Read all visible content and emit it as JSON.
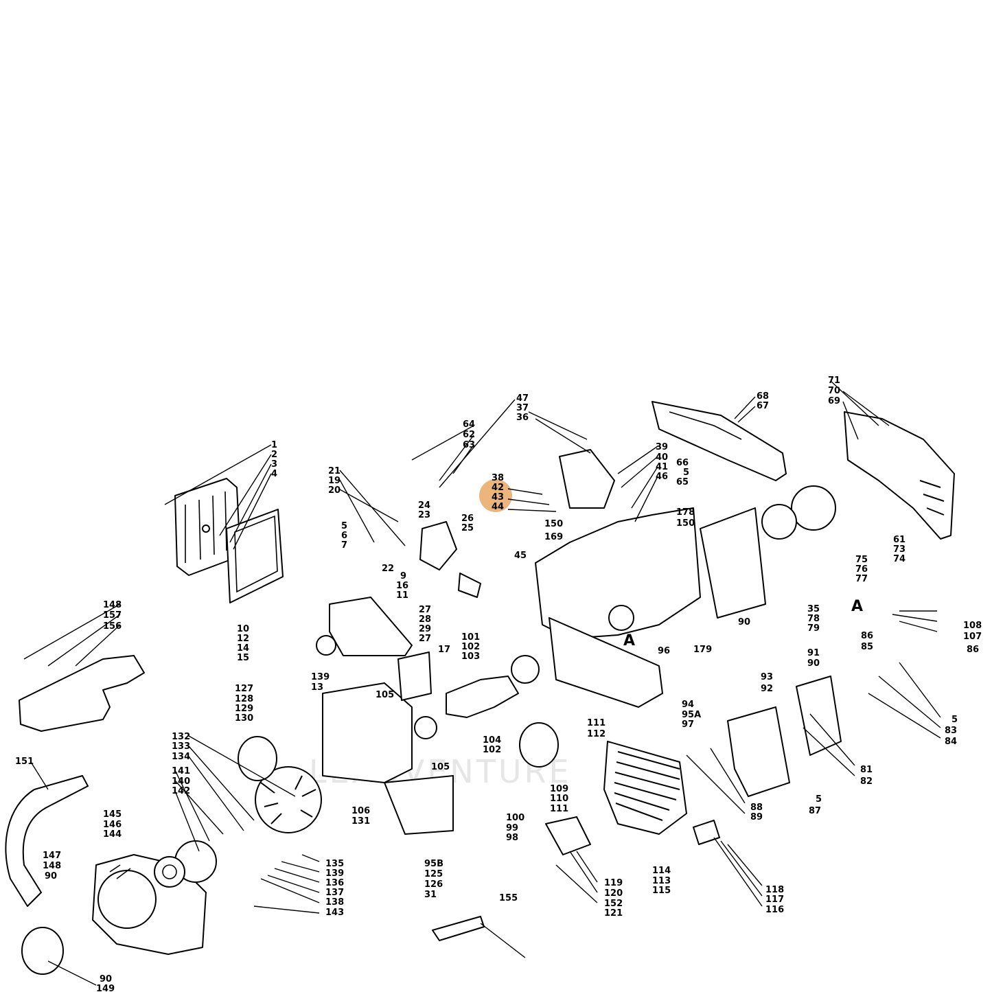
{
  "diagram": {
    "watermark": "LEADVENTURE",
    "section_marker": "A",
    "highlight_color": "#e8a865",
    "highlighted_labels": [
      "42",
      "43",
      "44"
    ],
    "labels": {
      "l1": "1",
      "l2": "2",
      "l3": "3",
      "l4": "4",
      "l5a": "5",
      "l6": "6",
      "l7": "7",
      "l9": "9",
      "l10": "10",
      "l11": "11",
      "l12": "12",
      "l13": "13",
      "l14": "14",
      "l15": "15",
      "l16": "16",
      "l17": "17",
      "l19": "19",
      "l20": "20",
      "l21": "21",
      "l22": "22",
      "l23": "23",
      "l24": "24",
      "l25": "25",
      "l26": "26",
      "l27a": "27",
      "l27b": "27",
      "l28": "28",
      "l29": "29",
      "l31": "31",
      "l35": "35",
      "l36": "36",
      "l37": "37",
      "l38": "38",
      "l39": "39",
      "l40": "40",
      "l41": "41",
      "l42": "42",
      "l43": "43",
      "l44": "44",
      "l45": "45",
      "l46": "46",
      "l47": "47",
      "l5b": "5",
      "l5c": "5",
      "l5d": "5",
      "l61": "61",
      "l62": "62",
      "l63": "63",
      "l64": "64",
      "l65": "65",
      "l66": "66",
      "l67": "67",
      "l68": "68",
      "l69": "69",
      "l70": "70",
      "l71": "71",
      "l73": "73",
      "l74": "74",
      "l75": "75",
      "l76": "76",
      "l77": "77",
      "l78": "78",
      "l79": "79",
      "l81": "81",
      "l82": "82",
      "l83": "83",
      "l84": "84",
      "l85": "85",
      "l86a": "86",
      "l86b": "86",
      "l87": "87",
      "l88": "88",
      "l89": "89",
      "l90a": "90",
      "l90b": "90",
      "l90c": "90",
      "l90d": "90",
      "l91": "91",
      "l92": "92",
      "l93": "93",
      "l94": "94",
      "l95A": "95A",
      "l95B": "95B",
      "l96": "96",
      "l97": "97",
      "l98": "98",
      "l99": "99",
      "l100": "100",
      "l101": "101",
      "l102a": "102",
      "l102b": "102",
      "l103": "103",
      "l104": "104",
      "l105a": "105",
      "l105b": "105",
      "l106": "106",
      "l107": "107",
      "l108": "108",
      "l109": "109",
      "l110": "110",
      "l111a": "111",
      "l111b": "111",
      "l112": "112",
      "l113": "113",
      "l114": "114",
      "l115": "115",
      "l116": "116",
      "l117": "117",
      "l118": "118",
      "l119": "119",
      "l120": "120",
      "l121": "121",
      "l125": "125",
      "l126": "126",
      "l127": "127",
      "l128": "128",
      "l129": "129",
      "l130": "130",
      "l131": "131",
      "l132": "132",
      "l133": "133",
      "l134": "134",
      "l135": "135",
      "l136": "136",
      "l137": "137",
      "l138": "138",
      "l139a": "139",
      "l139b": "139",
      "l140": "140",
      "l141": "141",
      "l142": "142",
      "l143": "143",
      "l144": "144",
      "l145": "145",
      "l146": "146",
      "l147": "147",
      "l148a": "148",
      "l148b": "148",
      "l149": "149",
      "l150a": "150",
      "l150b": "150",
      "l151": "151",
      "l152": "152",
      "l155": "155",
      "l156": "156",
      "l157": "157",
      "l169": "169",
      "l178": "178",
      "l179": "179"
    }
  }
}
